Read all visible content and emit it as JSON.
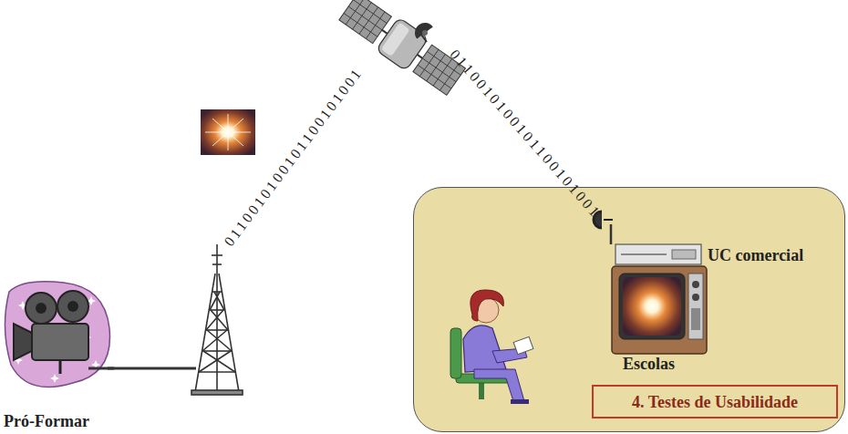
{
  "diagram": {
    "nodes": [
      {
        "text": [
          "Pró-Formar"
        ]
      },
      {
        "text": [
          "Escolas"
        ]
      },
      {
        "text": [
          "UC comercial"
        ],
        "in": 1
      },
      {
        "text": [
          "4. Testes de Usabilidade"
        ],
        "in": 1
      }
    ],
    "labels": [
      "0110010100101100101001",
      "0110010100101100101001"
    ]
  }
}
